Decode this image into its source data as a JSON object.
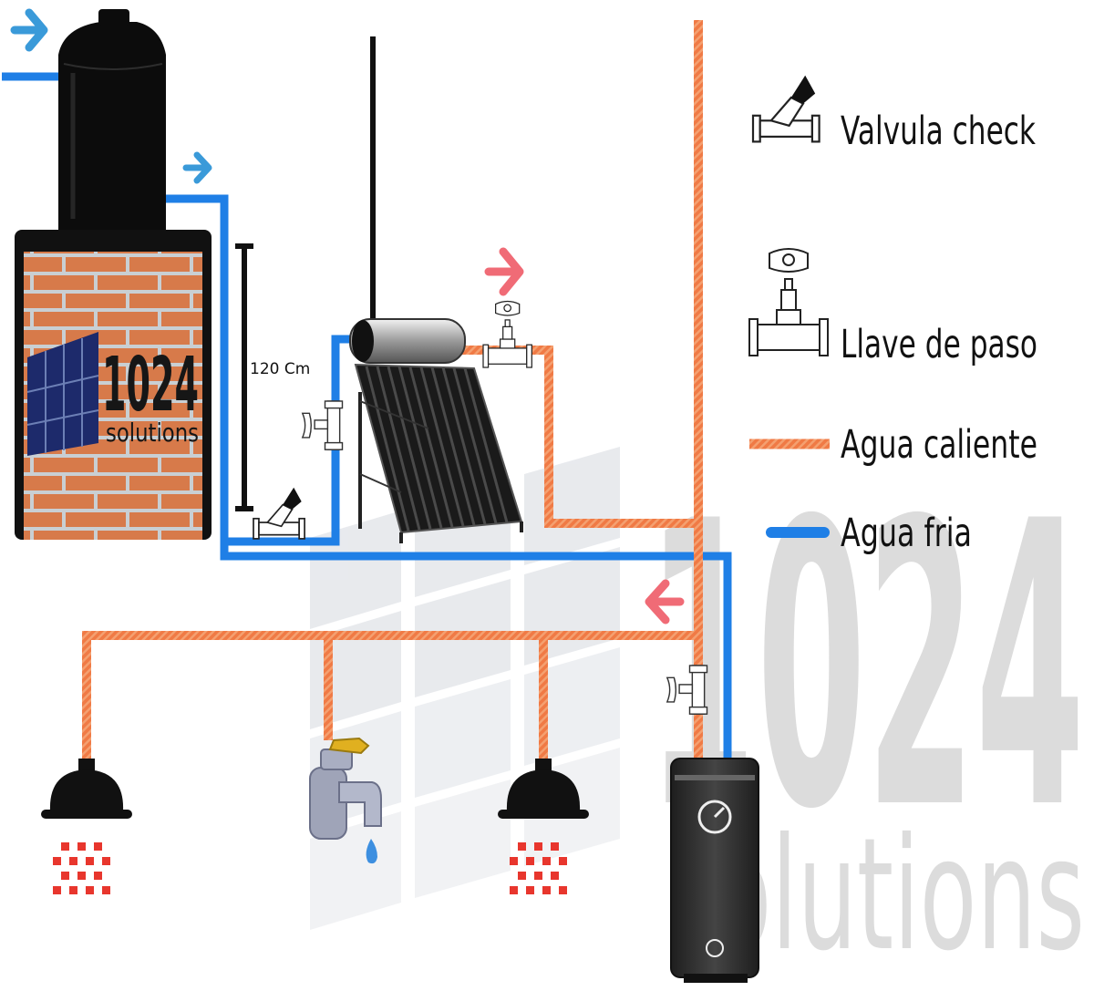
{
  "legend": {
    "check_valve_label": "Valvula check",
    "gate_valve_label": "Llave de paso",
    "hot_water_label": "Agua caliente",
    "cold_water_label": "Agua fria"
  },
  "dimension": {
    "height_label": "120 Cm"
  },
  "brand": {
    "number": "1024",
    "word": "solutions"
  },
  "watermark": {
    "number": "1024",
    "word": "solutions"
  },
  "colors": {
    "hot_pipe": "#f06a35",
    "cold_pipe": "#1f7fe6",
    "arrow_cold": "#3a9ad9",
    "arrow_hot": "#f06b76",
    "brick": "#d77a4a",
    "shower_drops": "#e8362d"
  },
  "icons": {
    "check_valve": "check-valve-icon",
    "gate_valve": "gate-valve-icon",
    "shower": "shower-head-icon",
    "faucet": "faucet-icon",
    "heater": "water-heater-icon",
    "tank": "water-tank-icon",
    "solar": "solar-heater-icon"
  }
}
